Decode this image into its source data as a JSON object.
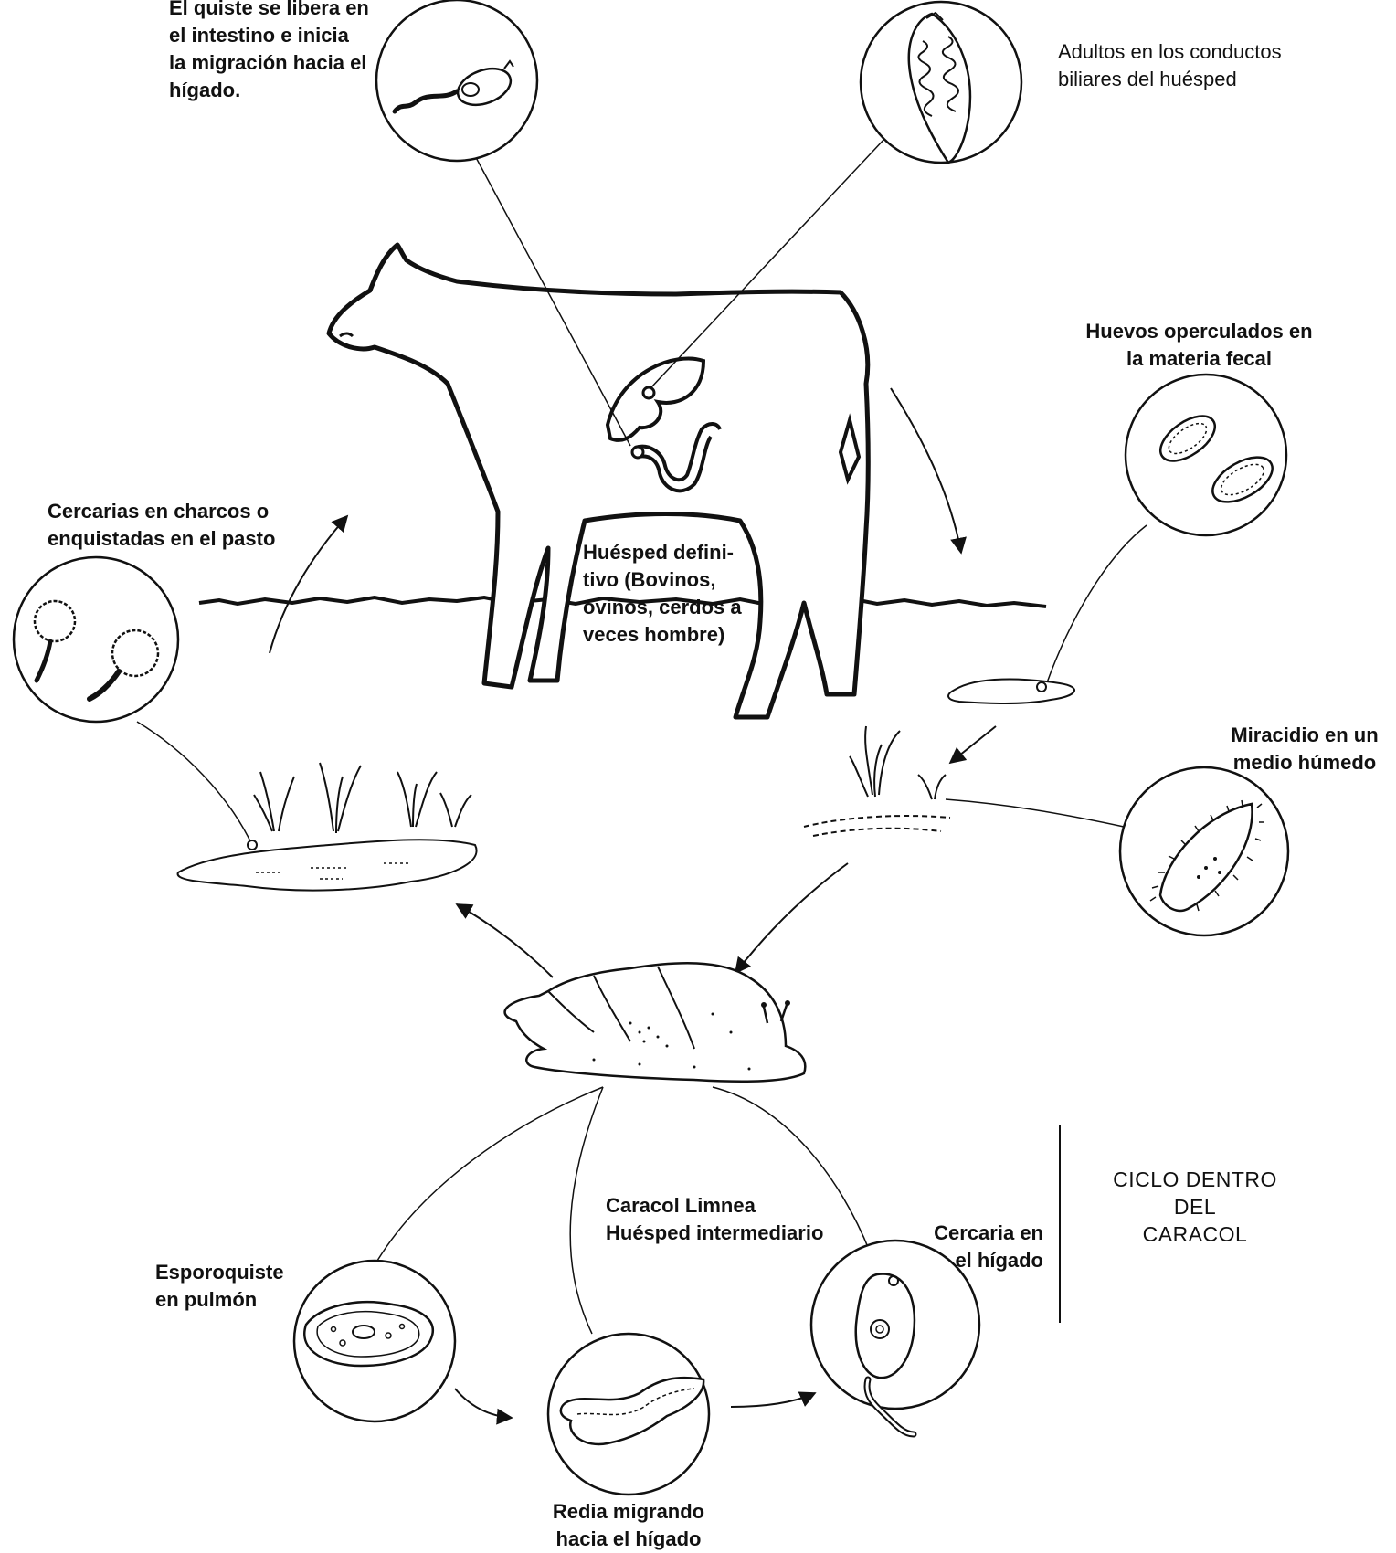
{
  "labels": {
    "cyst_release": [
      "El quiste se libera en",
      "el intestino e inicia",
      "la migración hacia el",
      "hígado."
    ],
    "adults": [
      "Adultos en los conductos",
      "biliares del huésped"
    ],
    "eggs": [
      "Huevos operculados en",
      "la materia fecal"
    ],
    "cercariae_pasture": [
      "Cercarias en charcos o",
      "enquistadas en el pasto"
    ],
    "definitive_host": [
      "Huésped defini-",
      "tivo (Bovinos,",
      "ovinos, cerdos a",
      "veces hombre)"
    ],
    "miracidium": [
      "Miracidio en un",
      "medio húmedo"
    ],
    "snail_host": [
      "Caracol Limnea",
      "Huésped intermediario"
    ],
    "sporocyst": [
      "Esporoquiste",
      "en pulmón"
    ],
    "cercaria_liver": [
      "Cercaria en",
      "el hígado"
    ],
    "redia": [
      "Redia migrando",
      "hacia el hígado"
    ],
    "cycle_title": [
      "CICLO DENTRO",
      "DEL",
      "CARACOL"
    ]
  }
}
